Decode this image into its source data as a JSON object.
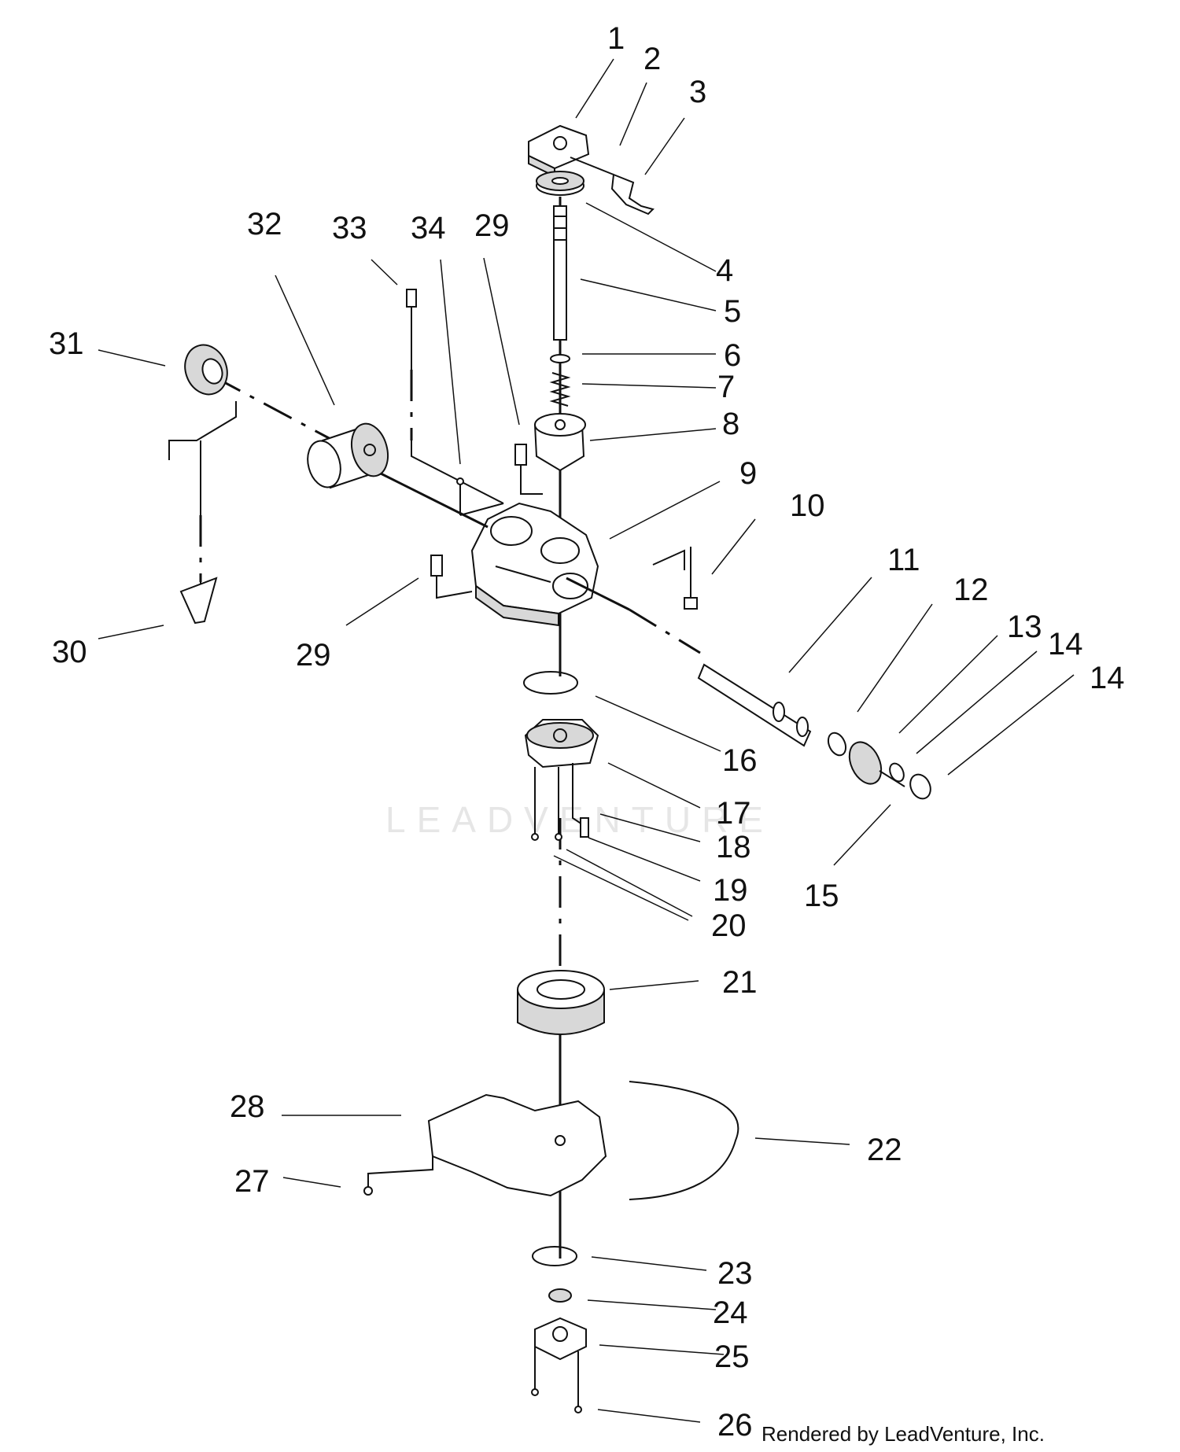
{
  "watermark": "LEADVENTURE",
  "credit": "Rendered by LeadVenture, Inc.",
  "callouts": [
    "1",
    "2",
    "3",
    "4",
    "5",
    "6",
    "7",
    "8",
    "9",
    "10",
    "11",
    "12",
    "13",
    "14",
    "14",
    "15",
    "16",
    "17",
    "18",
    "19",
    "20",
    "21",
    "22",
    "23",
    "24",
    "25",
    "26",
    "27",
    "28",
    "29",
    "29",
    "30",
    "31",
    "32",
    "33",
    "34"
  ]
}
